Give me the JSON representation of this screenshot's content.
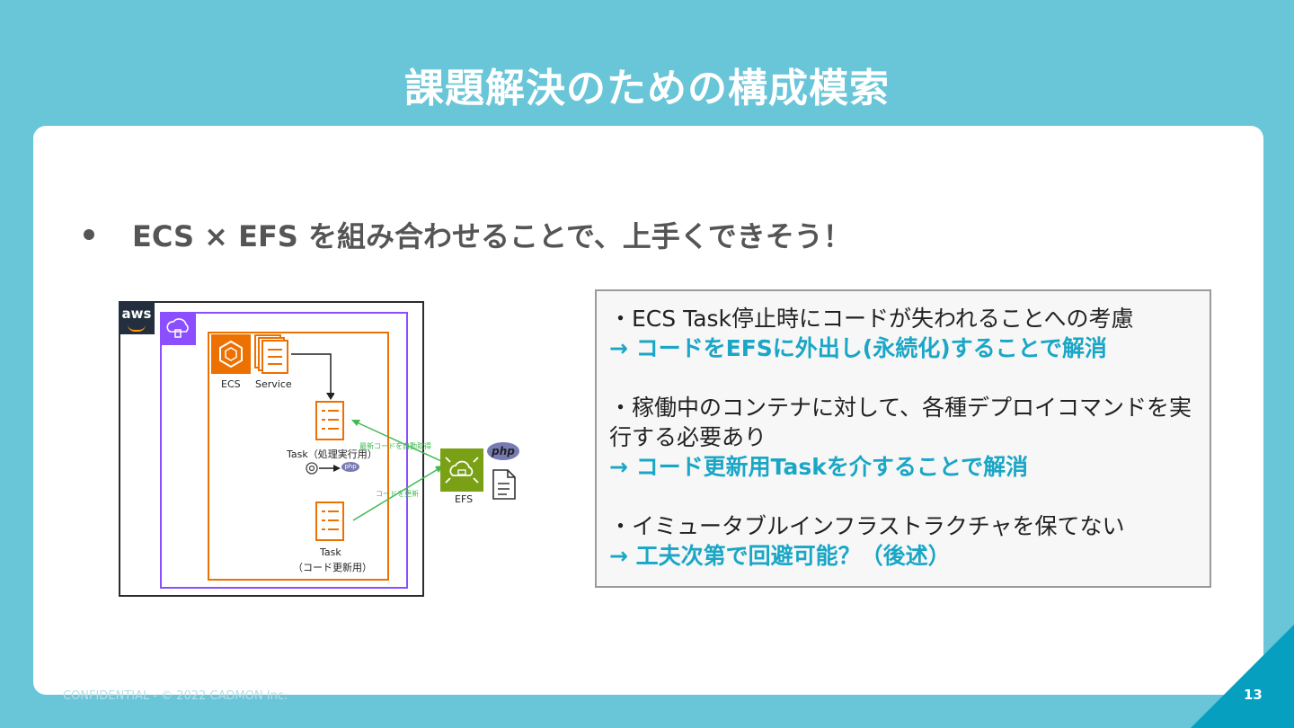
{
  "slide": {
    "title": "課題解決のための構成模索",
    "bullet": "ECS × EFS を組み合わせることで、上手くできそう！",
    "footer": "CONFIDENTIAL - © 2022 CADMON Inc.",
    "page_number": "13"
  },
  "diagram": {
    "aws_label": "aws",
    "ecs_label": "ECS",
    "service_label": "Service",
    "task1_label": "Task（処理実行用）",
    "task2_label": "Task",
    "task2_sub": "（コード更新用）",
    "efs_label": "EFS",
    "php_label": "php",
    "arrow_fetch_label": "最新コードを自動取得",
    "arrow_update_label": "コードを更新",
    "colors": {
      "ecs": "#ed7100",
      "efs": "#7aa116",
      "vpc": "#8c4fff",
      "arrow": "#3fb950"
    }
  },
  "notes": [
    {
      "text": "・ECS Task停止時にコードが失われることへの考慮",
      "result": "→ コードをEFSに外出し(永続化)することで解消"
    },
    {
      "text": "・稼働中のコンテナに対して、各種デプロイコマンドを実行する必要あり",
      "result": "→ コード更新用Taskを介することで解消"
    },
    {
      "text": "・イミュータブルインフラストラクチャを保てない",
      "result": "→ 工夫次第で回避可能？（後述）"
    }
  ],
  "colors": {
    "background": "#69c5d8",
    "accent": "#1aa6c6",
    "corner": "#079fc0"
  }
}
